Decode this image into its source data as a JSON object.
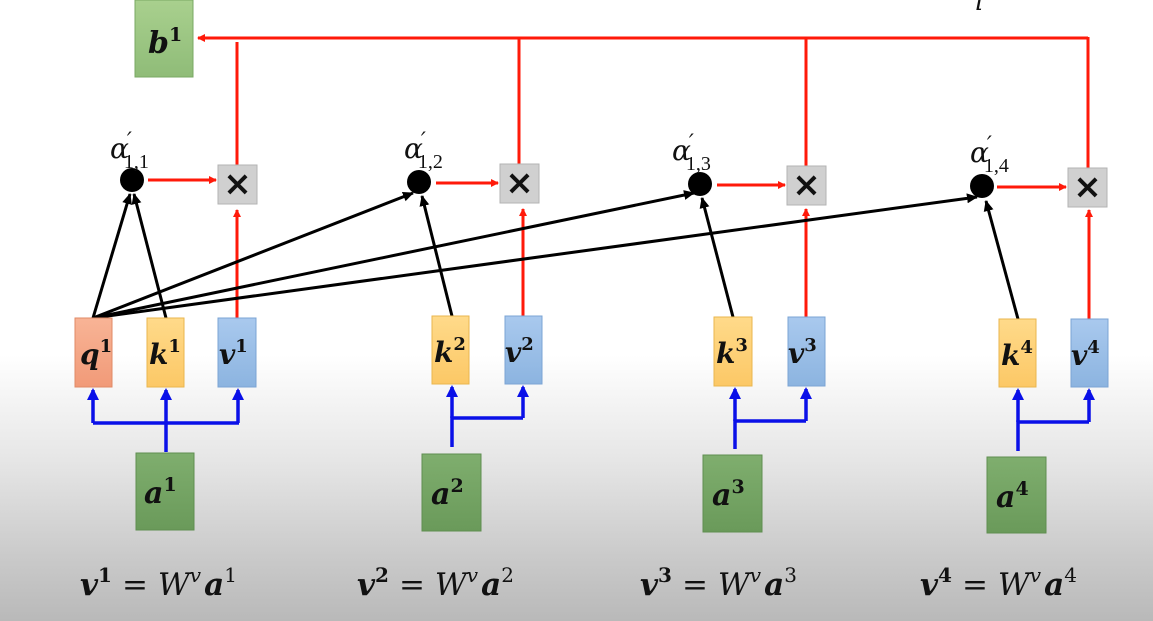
{
  "title_fragment": "i",
  "output": {
    "label": "b",
    "sup": "1"
  },
  "colors": {
    "query": "#f4a582",
    "key": "#fdd57e",
    "value": "#9dc3e6",
    "input": "#7fae6e",
    "output": "#93c47d",
    "multiply_box": "#d0d0d0",
    "weighted_sum_arrow": "#ff1a0a",
    "projection_arrow": "#0a10e8",
    "attention_arrow": "#000000"
  },
  "attention_scores": [
    {
      "symbol": "α",
      "prime": "′",
      "sub": "1,1"
    },
    {
      "symbol": "α",
      "prime": "′",
      "sub": "1,2"
    },
    {
      "symbol": "α",
      "prime": "′",
      "sub": "1,3"
    },
    {
      "symbol": "α",
      "prime": "′",
      "sub": "1,4"
    }
  ],
  "multiply_symbol": "×",
  "columns": [
    {
      "query": {
        "label": "q",
        "sup": "1"
      },
      "key": {
        "label": "k",
        "sup": "1"
      },
      "value": {
        "label": "v",
        "sup": "1"
      },
      "input": {
        "label": "a",
        "sup": "1"
      }
    },
    {
      "key": {
        "label": "k",
        "sup": "2"
      },
      "value": {
        "label": "v",
        "sup": "2"
      },
      "input": {
        "label": "a",
        "sup": "2"
      }
    },
    {
      "key": {
        "label": "k",
        "sup": "3"
      },
      "value": {
        "label": "v",
        "sup": "3"
      },
      "input": {
        "label": "a",
        "sup": "3"
      }
    },
    {
      "key": {
        "label": "k",
        "sup": "4"
      },
      "value": {
        "label": "v",
        "sup": "4"
      },
      "input": {
        "label": "a",
        "sup": "4"
      }
    }
  ],
  "equations": [
    {
      "lhs": "v",
      "lhs_sup": "1",
      "eq": "=",
      "w": "W",
      "w_sup": "v",
      "rhs": "a",
      "rhs_sup": "1"
    },
    {
      "lhs": "v",
      "lhs_sup": "2",
      "eq": "=",
      "w": "W",
      "w_sup": "v",
      "rhs": "a",
      "rhs_sup": "2"
    },
    {
      "lhs": "v",
      "lhs_sup": "3",
      "eq": "=",
      "w": "W",
      "w_sup": "v",
      "rhs": "a",
      "rhs_sup": "3"
    },
    {
      "lhs": "v",
      "lhs_sup": "4",
      "eq": "=",
      "w": "W",
      "w_sup": "v",
      "rhs": "a",
      "rhs_sup": "4"
    }
  ]
}
